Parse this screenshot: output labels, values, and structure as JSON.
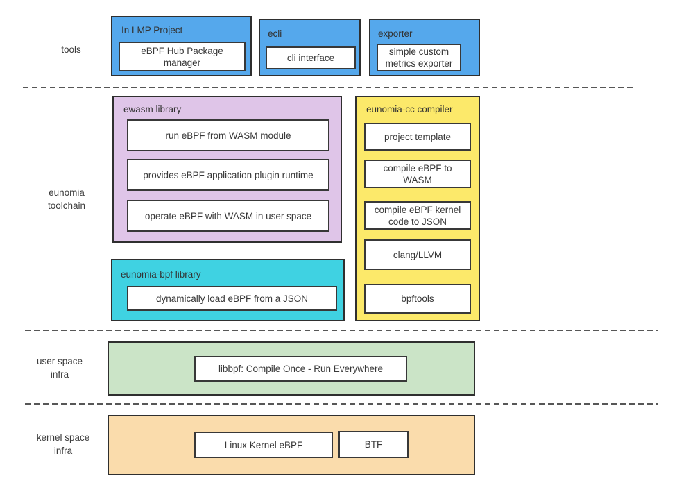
{
  "diagram": {
    "section_labels": {
      "tools": "tools",
      "toolchain": "eunomia\ntoolchain",
      "userspace": "user space\ninfra",
      "kernelspace": "kernel space\ninfra"
    },
    "tools_row": {
      "lmp": {
        "title": "In LMP Project",
        "items": [
          "eBPF Hub Package manager"
        ]
      },
      "ecli": {
        "title": "ecli",
        "items": [
          "cli interface"
        ]
      },
      "exporter": {
        "title": "exporter",
        "items": [
          "simple custom metrics exporter"
        ]
      }
    },
    "toolchain_row": {
      "ewasm": {
        "title": "ewasm library",
        "items": [
          "run eBPF from WASM module",
          "provides eBPF application plugin runtime",
          "operate eBPF with WASM in user space"
        ]
      },
      "eunomia_bpf": {
        "title": "eunomia-bpf library",
        "items": [
          "dynamically load eBPF from a JSON"
        ]
      },
      "eunomia_cc": {
        "title": "eunomia-cc compiler",
        "items": [
          "project template",
          "compile eBPF to WASM",
          "compile eBPF kernel code to JSON",
          "clang/LLVM",
          "bpftools"
        ]
      }
    },
    "userspace_row": {
      "items": [
        "libbpf: Compile Once - Run Everywhere"
      ]
    },
    "kernelspace_row": {
      "items": [
        "Linux Kernel eBPF",
        "BTF"
      ]
    }
  },
  "colors": {
    "blue": "#55a8ec",
    "purple": "#dfc5e8",
    "yellow": "#fce96a",
    "cyan": "#3fd2e2",
    "green": "#cbe4c7",
    "orange": "#fadcac",
    "box_border": "#2f2f2f",
    "text": "#383838",
    "dashed_line": "#575757",
    "inner_box_bg": "#ffffff"
  }
}
